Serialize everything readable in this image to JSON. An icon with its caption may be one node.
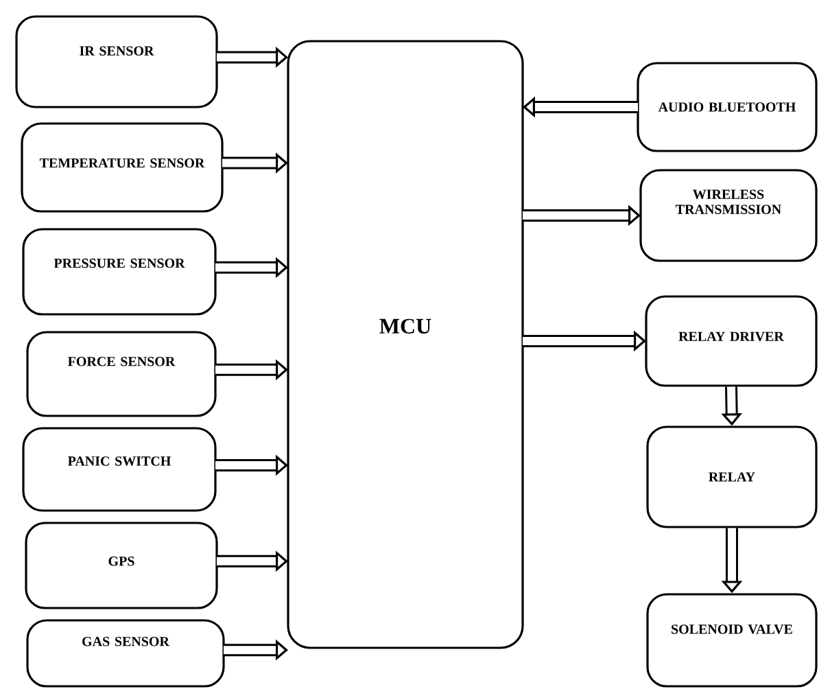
{
  "diagram": {
    "nodes": [
      {
        "text": [
          "IR SENSOR"
        ]
      },
      {
        "text": [
          "TEMPERATURE SENSOR"
        ]
      },
      {
        "text": [
          "PRESSURE SENSOR"
        ]
      },
      {
        "text": [
          "FORCE SENSOR"
        ]
      },
      {
        "text": [
          "PANIC SWITCH"
        ]
      },
      {
        "text": [
          "GPS"
        ]
      },
      {
        "text": [
          "GAS SENSOR"
        ]
      },
      {
        "text": [
          "MCU"
        ]
      },
      {
        "text": [
          "AUDIO BLUETOOTH"
        ]
      },
      {
        "text": [
          "WIRELESS TRANSMISSION"
        ]
      },
      {
        "text": [
          "RELAY DRIVER"
        ]
      },
      {
        "text": [
          "RELAY"
        ]
      },
      {
        "text": [
          "SOLENOID VALVE"
        ]
      }
    ],
    "edges": [
      {
        "from": 0,
        "to": 7,
        "arrow": "to"
      },
      {
        "from": 1,
        "to": 7,
        "arrow": "to"
      },
      {
        "from": 2,
        "to": 7,
        "arrow": "to"
      },
      {
        "from": 3,
        "to": 7,
        "arrow": "to"
      },
      {
        "from": 4,
        "to": 7,
        "arrow": "to"
      },
      {
        "from": 5,
        "to": 7,
        "arrow": "to"
      },
      {
        "from": 6,
        "to": 7,
        "arrow": "to"
      },
      {
        "from": 8,
        "to": 7,
        "arrow": "to"
      },
      {
        "from": 7,
        "to": 9,
        "arrow": "to"
      },
      {
        "from": 7,
        "to": 10,
        "arrow": "to"
      },
      {
        "from": 10,
        "to": 11,
        "arrow": "to"
      },
      {
        "from": 11,
        "to": 12,
        "arrow": "to"
      }
    ]
  }
}
